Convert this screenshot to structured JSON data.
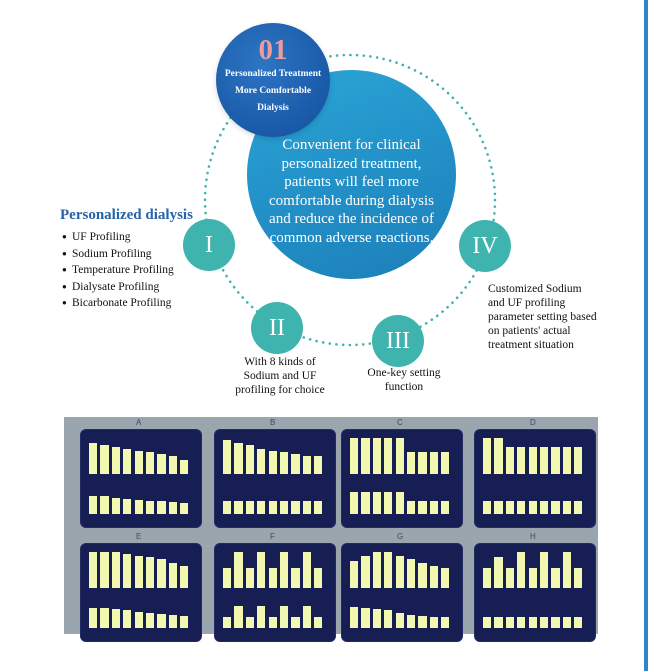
{
  "circle_01": {
    "number": "01",
    "line1": "Personalized Treatment",
    "line2": "More Comfortable",
    "line3": "Dialysis"
  },
  "main_text": "Convenient for clinical personalized treatment, patients will feel more comfortable during dialysis and reduce the incidence of common adverse reactions.",
  "nodes": [
    {
      "numeral": "I"
    },
    {
      "numeral": "II",
      "caption": [
        "With 8 kinds of",
        "Sodium and UF",
        "profiling for choice"
      ]
    },
    {
      "numeral": "III",
      "caption": [
        "One-key setting",
        "function"
      ]
    },
    {
      "numeral": "IV",
      "caption": [
        "Customized Sodium",
        "and UF profiling",
        "parameter setting based",
        "on patients' actual",
        "treatment situation"
      ]
    }
  ],
  "personalized": {
    "title": "Personalized dialysis",
    "items": [
      "UF Profiling",
      "Sodium Profiling",
      "Temperature Profiling",
      "Dialysate Profiling",
      "Bicarbonate Profiling"
    ]
  },
  "profiles": [
    {
      "label": "A",
      "top": [
        0.85,
        0.8,
        0.75,
        0.7,
        0.65,
        0.6,
        0.55,
        0.5,
        0.4
      ],
      "bottom": [
        0.8,
        0.8,
        0.75,
        0.7,
        0.65,
        0.6,
        0.6,
        0.55,
        0.5
      ]
    },
    {
      "label": "B",
      "top": [
        0.95,
        0.85,
        0.8,
        0.7,
        0.65,
        0.6,
        0.55,
        0.5,
        0.5
      ],
      "bottom": [
        0.6,
        0.6,
        0.6,
        0.6,
        0.6,
        0.6,
        0.6,
        0.6,
        0.6
      ]
    },
    {
      "label": "C",
      "top": [
        1.0,
        1.0,
        1.0,
        1.0,
        1.0,
        0.6,
        0.6,
        0.6,
        0.6
      ],
      "bottom": [
        1.0,
        1.0,
        1.0,
        1.0,
        1.0,
        0.6,
        0.6,
        0.6,
        0.6
      ]
    },
    {
      "label": "D",
      "top": [
        1.0,
        1.0,
        0.75,
        0.75,
        0.75,
        0.75,
        0.75,
        0.75,
        0.75
      ],
      "bottom": [
        0.6,
        0.6,
        0.6,
        0.6,
        0.6,
        0.6,
        0.6,
        0.6,
        0.6
      ]
    },
    {
      "label": "E",
      "top": [
        1.0,
        1.0,
        1.0,
        0.95,
        0.9,
        0.85,
        0.8,
        0.7,
        0.6
      ],
      "bottom": [
        0.9,
        0.9,
        0.85,
        0.8,
        0.75,
        0.7,
        0.65,
        0.6,
        0.55
      ]
    },
    {
      "label": "F",
      "top": [
        0.55,
        1.0,
        0.55,
        1.0,
        0.55,
        1.0,
        0.55,
        1.0,
        0.55
      ],
      "bottom": [
        0.5,
        1.0,
        0.5,
        1.0,
        0.5,
        1.0,
        0.5,
        1.0,
        0.5
      ]
    },
    {
      "label": "G",
      "top": [
        0.75,
        0.9,
        1.0,
        1.0,
        0.9,
        0.8,
        0.7,
        0.6,
        0.55
      ],
      "bottom": [
        0.95,
        0.9,
        0.85,
        0.8,
        0.7,
        0.6,
        0.55,
        0.5,
        0.5
      ]
    },
    {
      "label": "H",
      "top": [
        0.55,
        0.85,
        0.55,
        1.0,
        0.55,
        1.0,
        0.55,
        1.0,
        0.55
      ],
      "bottom": [
        0.5,
        0.5,
        0.5,
        0.5,
        0.5,
        0.5,
        0.5,
        0.5,
        0.5
      ]
    }
  ]
}
